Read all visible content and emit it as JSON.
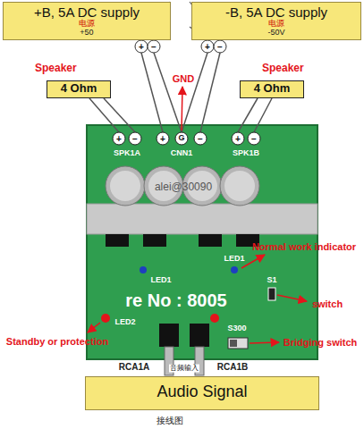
{
  "diagram": {
    "nodes": [
      {
        "text": [
          "+B, 5A DC supply",
          "电源",
          "+50"
        ]
      },
      {
        "text": [
          "-B, 5A DC supply",
          "电源",
          "-50V"
        ]
      },
      {
        "text": [
          "Speaker",
          "4 Ohm"
        ]
      },
      {
        "text": [
          "Speaker",
          "4 Ohm"
        ]
      },
      {
        "text": [
          "Audio Signal"
        ]
      }
    ],
    "labels": [
      "+",
      "−",
      "+",
      "−",
      "GND",
      "+",
      "−",
      "+",
      "G",
      "−",
      "+",
      "−",
      "SPK1A",
      "CNN1",
      "SPK1B",
      "alei@30090",
      "LED1",
      "LED1",
      "Normal work indicator",
      "S1",
      "switch",
      "re No : 8005",
      "LED2",
      "Standby or protection",
      "S300",
      "Bridging switch",
      "音频输入",
      "RCA1A",
      "RCA1B",
      "接线图"
    ]
  }
}
